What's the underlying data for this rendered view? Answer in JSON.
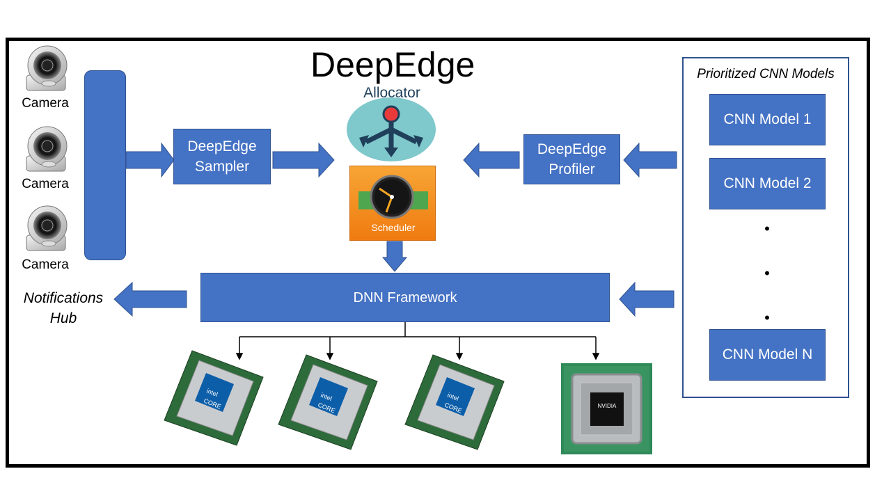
{
  "title": "DeepEdge",
  "cameras": [
    {
      "label": "Camera"
    },
    {
      "label": "Camera"
    },
    {
      "label": "Camera"
    }
  ],
  "sampler": {
    "line1": "DeepEdge",
    "line2": "Sampler"
  },
  "profiler": {
    "line1": "DeepEdge",
    "line2": "Profiler"
  },
  "allocator": {
    "label": "Allocator"
  },
  "scheduler": {
    "label": "Scheduler"
  },
  "framework": {
    "label": "DNN Framework"
  },
  "notifications": {
    "line1": "Notifications",
    "line2": "Hub"
  },
  "models_panel": {
    "title": "Prioritized CNN Models",
    "models": [
      "CNN Model 1",
      "CNN Model 2",
      "CNN Model N"
    ],
    "dots": [
      "•",
      "•",
      "•"
    ]
  },
  "processors": {
    "cpu_brand": "intel",
    "cpu_model": "CORE",
    "gpu_brand": "NVIDIA"
  },
  "colors": {
    "box_fill": "#4472c4",
    "box_border": "#2f528f",
    "panel_border": "#2f528f"
  }
}
